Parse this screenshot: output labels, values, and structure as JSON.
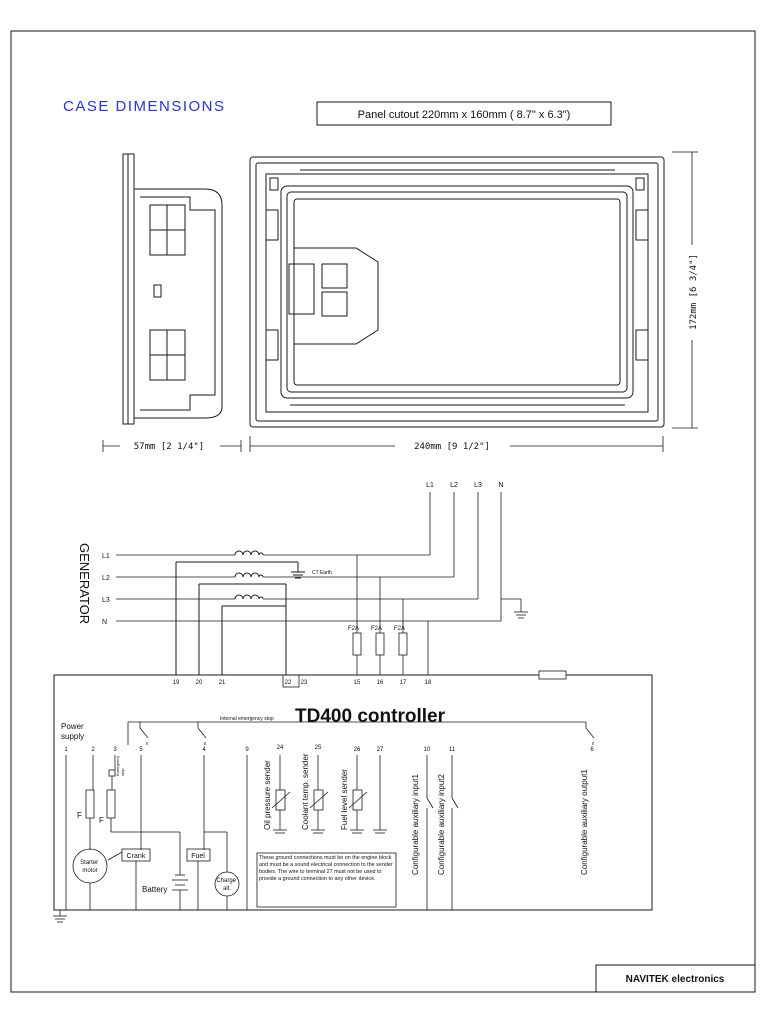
{
  "title": "CASE DIMENSIONS",
  "panel_cutout": "Panel cutout 220mm x 160mm ( 8.7\" x 6.3\")",
  "dimensions": {
    "depth": "57mm [2 1/4\"]",
    "width": "240mm [9 1/2\"]",
    "height": "172mm [6 3/4\"]"
  },
  "generator_label": "GENERATOR",
  "generator_phases": [
    "L1",
    "L2",
    "L3",
    "N"
  ],
  "mains_labels": [
    "L1",
    "L2",
    "L3",
    "N"
  ],
  "ct_earth": "CT Earth",
  "fuses": [
    "F2A",
    "F2A",
    "F2A"
  ],
  "top_terminals": [
    "19",
    "20",
    "21",
    "22",
    "23",
    "15",
    "16",
    "17",
    "18"
  ],
  "controller_title": "TD400 controller",
  "power_supply": "Power\nsupply",
  "internal_emergency_stop": "Internal emergency stop",
  "bottom_terminals": [
    "1",
    "2",
    "3",
    "5",
    "4",
    "9",
    "24",
    "25",
    "26",
    "27",
    "10",
    "11",
    "6"
  ],
  "emergency_stop": "Emergency\nstop",
  "senders": [
    "Oil pressure sender",
    "Coolant temp. sender",
    "Fuel level sender"
  ],
  "aux_inputs": [
    "Configurable auxiliary input1",
    "Configurable auxiliary input2"
  ],
  "aux_output": "Configurable auxiliary output1",
  "fuse_label": "F",
  "starter_motor": "Starter\nmotor",
  "crank": "Crank",
  "fuel": "Fuel",
  "battery": "Battery",
  "charge_alt": "Charge\nalt.",
  "ground_note": "These ground connections must be on the engine block and must be a sound electrical connection to the sender bodies. The wire to terminal 27 must not be used to provide a ground connection to any other device.",
  "company": "NAVITEK electronics"
}
